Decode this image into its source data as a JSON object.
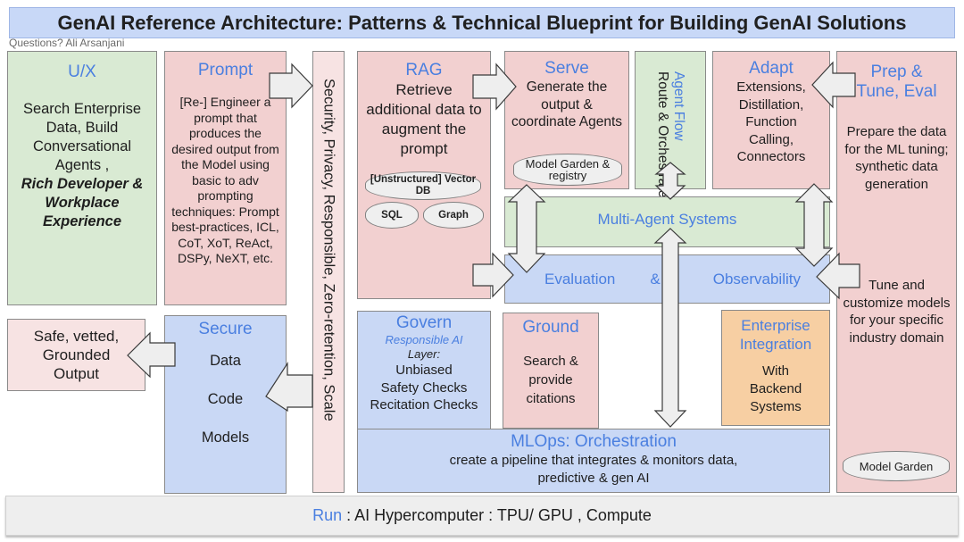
{
  "header": {
    "title": "GenAI Reference Architecture: Patterns & Technical Blueprint for Building GenAI Solutions",
    "subtitle": "Questions? Ali Arsanjani"
  },
  "ux": {
    "title": "U/X",
    "body": "Search Enterprise Data, Build Conversational Agents ,",
    "body_italic": "Rich Developer & Workplace Experience"
  },
  "prompt": {
    "title": "Prompt",
    "body": "[Re-] Engineer a prompt that produces the desired output from the Model using basic to adv prompting techniques: Prompt best-practices, ICL, CoT, XoT, ReAct, DSPy, NeXT, etc."
  },
  "security_bar": {
    "label": "Security, Privacy, Responsible, Zero-retention, Scale"
  },
  "rag": {
    "title": "RAG",
    "body": "Retrieve additional data to augment the prompt",
    "stores": [
      "[Unstructured] Vector DB",
      "SQL",
      "Graph"
    ]
  },
  "serve": {
    "title": "Serve",
    "body": "Generate the output & coordinate Agents",
    "store": "Model Garden & registry"
  },
  "agent_flow": {
    "title": "Agent Flow",
    "body": "Route & Orchestrate"
  },
  "adapt": {
    "title": "Adapt",
    "body": "Extensions, Distillation, Function Calling, Connectors"
  },
  "prep": {
    "title": "Prep & Tune, Eval",
    "body1": "Prepare the data for the ML tuning; synthetic data generation",
    "body2": "Tune and customize models for your specific industry domain",
    "store": "Model Garden"
  },
  "multi_agent": {
    "label": "Multi-Agent Systems"
  },
  "evaluation": {
    "left": "Evaluation",
    "amp": "&",
    "right": "Observability"
  },
  "output": {
    "body": "Safe, vetted, Grounded Output"
  },
  "secure": {
    "title": "Secure",
    "items": [
      "Data",
      "Code",
      "Models"
    ]
  },
  "govern": {
    "title": "Govern",
    "subtitle_italic_blue": "Responsible AI",
    "subtitle_italic_black": "Layer:",
    "items": [
      "Unbiased",
      "Safety Checks",
      "Recitation Checks"
    ]
  },
  "ground": {
    "title": "Ground",
    "body": "Search & provide citations"
  },
  "enterprise": {
    "title": "Enterprise Integration",
    "body": "With Backend Systems"
  },
  "mlops": {
    "title": "MLOps: Orchestration",
    "body": "create a pipeline that integrates & monitors  data, predictive & gen AI"
  },
  "run": {
    "label": "Run",
    "body": " : AI Hypercomputer : TPU/ GPU , Compute"
  },
  "colors": {
    "accent_blue": "#4a7fe0",
    "pink": "#f2d0d0",
    "green": "#d9ead3",
    "blue": "#c9d8f5",
    "orange": "#f7cfa3"
  }
}
